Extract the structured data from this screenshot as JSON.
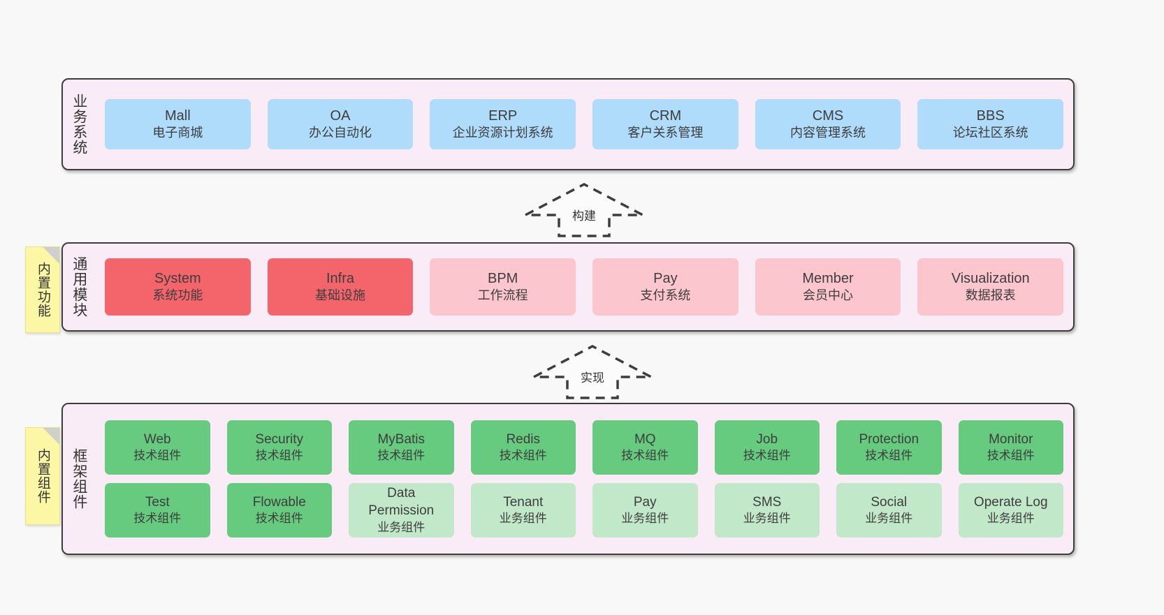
{
  "diagram": {
    "background": "#f8f8f8",
    "layers": [
      {
        "id": "business",
        "title": "业务系统",
        "panel_color": "#f9ecf6",
        "rows": [
          [
            {
              "en": "Mall",
              "cn": "电子商城",
              "color": "#aedcfa"
            },
            {
              "en": "OA",
              "cn": "办公自动化",
              "color": "#aedcfa"
            },
            {
              "en": "ERP",
              "cn": "企业资源计划系统",
              "color": "#aedcfa"
            },
            {
              "en": "CRM",
              "cn": "客户关系管理",
              "color": "#aedcfa"
            },
            {
              "en": "CMS",
              "cn": "内容管理系统",
              "color": "#aedcfa"
            },
            {
              "en": "BBS",
              "cn": "论坛社区系统",
              "color": "#aedcfa"
            }
          ]
        ]
      },
      {
        "id": "common",
        "title": "通用模块",
        "note": "内置功能",
        "panel_color": "#f9ecf6",
        "rows": [
          [
            {
              "en": "System",
              "cn": "系统功能",
              "color": "#f4656b"
            },
            {
              "en": "Infra",
              "cn": "基础设施",
              "color": "#f4656b"
            },
            {
              "en": "BPM",
              "cn": "工作流程",
              "color": "#fbc6cd"
            },
            {
              "en": "Pay",
              "cn": "支付系统",
              "color": "#fbc6cd"
            },
            {
              "en": "Member",
              "cn": "会员中心",
              "color": "#fbc6cd"
            },
            {
              "en": "Visualization",
              "cn": "数据报表",
              "color": "#fbc6cd"
            }
          ]
        ]
      },
      {
        "id": "framework",
        "title": "框架组件",
        "note": "内置组件",
        "panel_color": "#f9ecf6",
        "rows": [
          [
            {
              "en": "Web",
              "cn": "技术组件",
              "color": "#66cb7f"
            },
            {
              "en": "Security",
              "cn": "技术组件",
              "color": "#66cb7f"
            },
            {
              "en": "MyBatis",
              "cn": "技术组件",
              "color": "#66cb7f"
            },
            {
              "en": "Redis",
              "cn": "技术组件",
              "color": "#66cb7f"
            },
            {
              "en": "MQ",
              "cn": "技术组件",
              "color": "#66cb7f"
            },
            {
              "en": "Job",
              "cn": "技术组件",
              "color": "#66cb7f"
            },
            {
              "en": "Protection",
              "cn": "技术组件",
              "color": "#66cb7f"
            },
            {
              "en": "Monitor",
              "cn": "技术组件",
              "color": "#66cb7f"
            }
          ],
          [
            {
              "en": "Test",
              "cn": "技术组件",
              "color": "#66cb7f"
            },
            {
              "en": "Flowable",
              "cn": "技术组件",
              "color": "#66cb7f"
            },
            {
              "en": "Data Permission",
              "cn": "业务组件",
              "color": "#c2e8ca"
            },
            {
              "en": "Tenant",
              "cn": "业务组件",
              "color": "#c2e8ca"
            },
            {
              "en": "Pay",
              "cn": "业务组件",
              "color": "#c2e8ca"
            },
            {
              "en": "SMS",
              "cn": "业务组件",
              "color": "#c2e8ca"
            },
            {
              "en": "Social",
              "cn": "业务组件",
              "color": "#c2e8ca"
            },
            {
              "en": "Operate Log",
              "cn": "业务组件",
              "color": "#c2e8ca"
            }
          ]
        ]
      }
    ],
    "arrows": [
      {
        "id": "build",
        "label": "构建",
        "direction": "up",
        "style": "dashed"
      },
      {
        "id": "impl",
        "label": "实现",
        "direction": "up",
        "style": "dashed"
      }
    ]
  }
}
